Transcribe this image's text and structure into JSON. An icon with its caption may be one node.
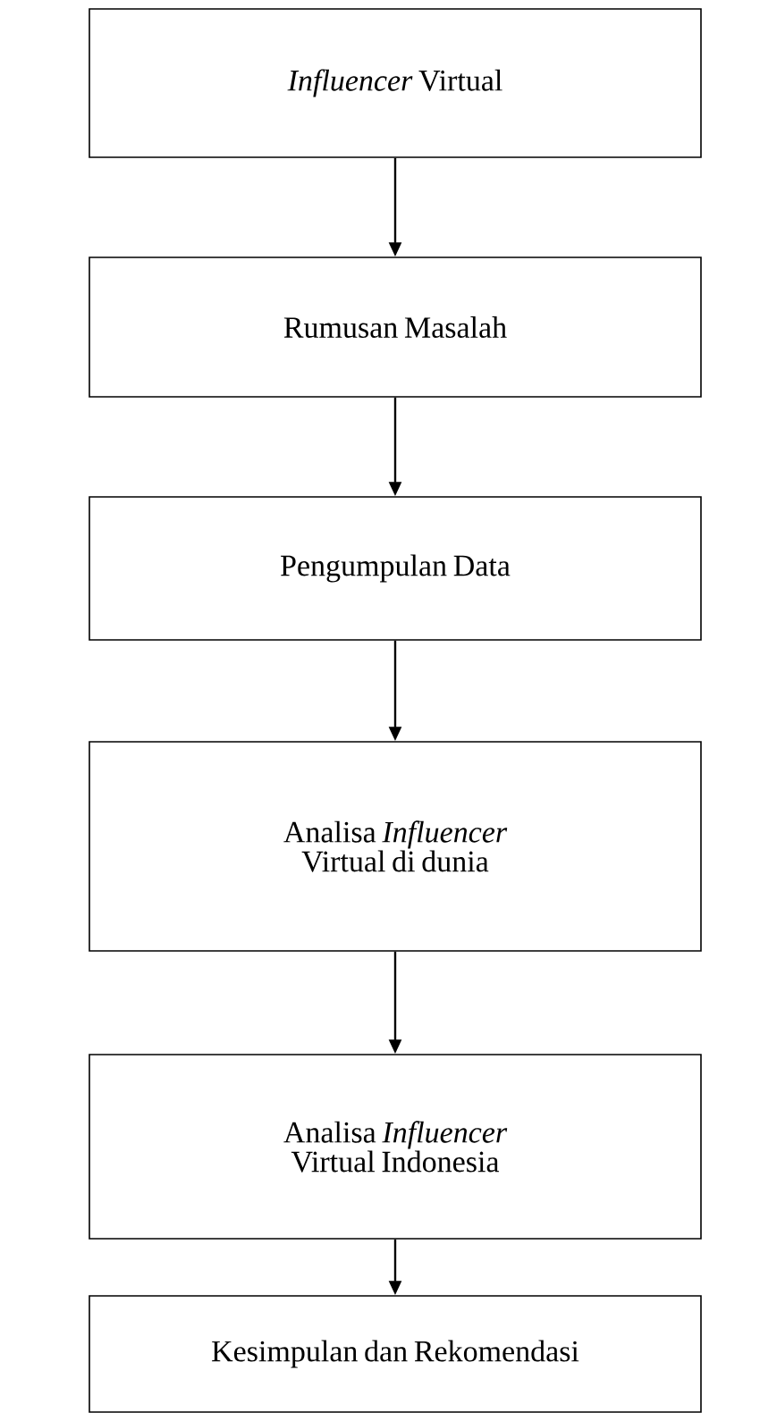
{
  "diagram": {
    "nodes": [
      {
        "text": [
          "*Influencer* Virtual"
        ]
      },
      {
        "text": [
          "Rumusan Masalah"
        ]
      },
      {
        "text": [
          "Pengumpulan Data"
        ]
      },
      {
        "text": [
          "Analisa *Influencer* Virtual di dunia"
        ]
      },
      {
        "text": [
          "Analisa *Influencer* Virtual Indonesia"
        ]
      },
      {
        "text": [
          "Kesimpulan dan Rekomendasi"
        ]
      }
    ],
    "edges": [
      {
        "from": 0,
        "to": 1,
        "arrow": "to"
      },
      {
        "from": 1,
        "to": 2,
        "arrow": "to"
      },
      {
        "from": 2,
        "to": 3,
        "arrow": "to"
      },
      {
        "from": 3,
        "to": 4,
        "arrow": "to"
      },
      {
        "from": 4,
        "to": 5,
        "arrow": "to"
      }
    ]
  }
}
